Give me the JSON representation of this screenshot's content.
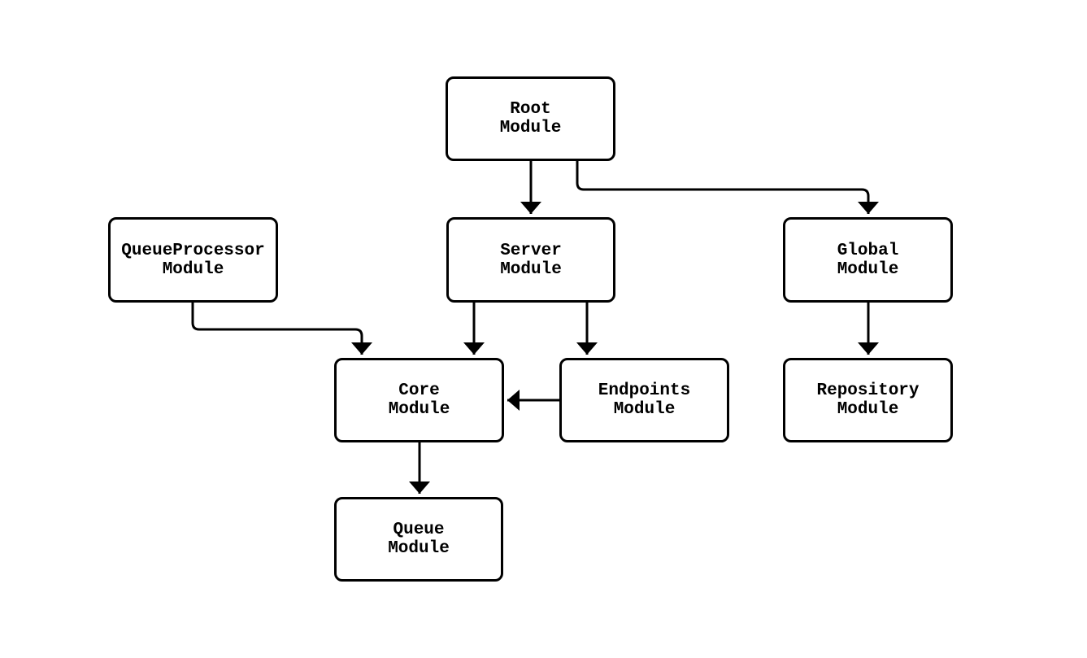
{
  "diagram": {
    "type": "flowchart",
    "background_color": "#ffffff",
    "node_fill_color": "#ffffff",
    "node_border_color": "#000000",
    "edge_color": "#000000",
    "text_color": "#000000",
    "nodes": [
      {
        "id": "root",
        "lines": [
          "Root",
          "Module"
        ]
      },
      {
        "id": "server",
        "lines": [
          "Server",
          "Module"
        ]
      },
      {
        "id": "queueprocessor",
        "lines": [
          "QueueProcessor",
          "Module"
        ]
      },
      {
        "id": "global",
        "lines": [
          "Global",
          "Module"
        ]
      },
      {
        "id": "core",
        "lines": [
          "Core",
          "Module"
        ]
      },
      {
        "id": "endpoints",
        "lines": [
          "Endpoints",
          "Module"
        ]
      },
      {
        "id": "repository",
        "lines": [
          "Repository",
          "Module"
        ]
      },
      {
        "id": "queue",
        "lines": [
          "Queue",
          "Module"
        ]
      }
    ],
    "edges": [
      {
        "from": "root",
        "to": "server"
      },
      {
        "from": "root",
        "to": "global"
      },
      {
        "from": "queueprocessor",
        "to": "core"
      },
      {
        "from": "server",
        "to": "core"
      },
      {
        "from": "server",
        "to": "endpoints"
      },
      {
        "from": "endpoints",
        "to": "core"
      },
      {
        "from": "global",
        "to": "repository"
      },
      {
        "from": "core",
        "to": "queue"
      }
    ]
  }
}
